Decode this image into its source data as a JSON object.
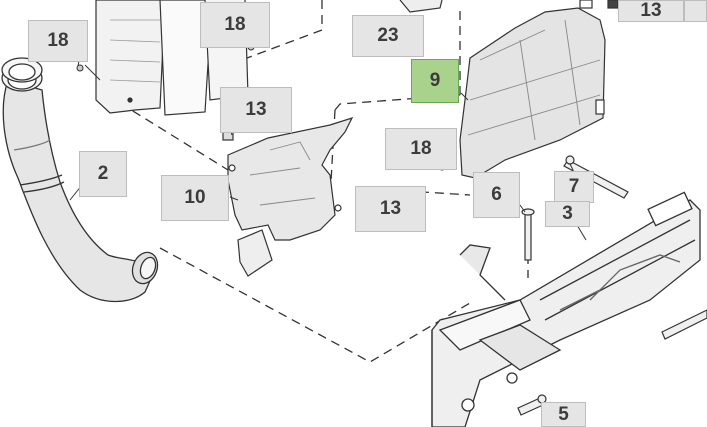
{
  "diagram": {
    "colors": {
      "callout_fill": "#e5e5e5",
      "callout_selected_fill": "#a9d38d",
      "line": "#333333"
    },
    "selected_part": "9",
    "callouts": {
      "c18a": "18",
      "c18b": "18",
      "c18c": "18",
      "c23": "23",
      "c13a": "13",
      "c13b": "13",
      "c13c": "13",
      "c9": "9",
      "c2": "2",
      "c10": "10",
      "c6": "6",
      "c7": "7",
      "c3": "3",
      "c5": "5"
    }
  }
}
